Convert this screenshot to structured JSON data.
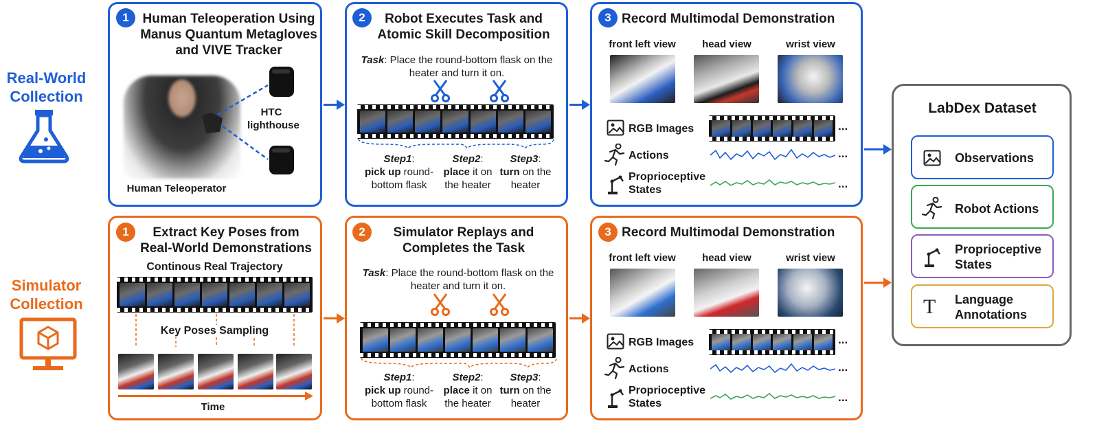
{
  "left": {
    "real_title": "Real-World Collection",
    "sim_title": "Simulator Collection"
  },
  "real": {
    "p1": {
      "num": "1",
      "title": "Human Teleoperation Using Manus Quantum Metagloves and VIVE Tracker",
      "htc": "HTC lighthouse",
      "operator": "Human Teleoperator"
    },
    "p2": {
      "num": "2",
      "title": "Robot Executes Task and Atomic Skill Decomposition",
      "task_label": "Task",
      "task": ": Place the round-bottom flask on the heater and turn it on.",
      "steps": [
        {
          "name": "Step1",
          "bold": "pick up",
          "rest": " round-bottom flask"
        },
        {
          "name": "Step2",
          "bold": "place",
          "rest": " it on the heater"
        },
        {
          "name": "Step3",
          "bold": "turn",
          "rest": " on the heater"
        }
      ]
    },
    "p3": {
      "num": "3",
      "title": "Record Multimodal Demonstration",
      "views": [
        "front left view",
        "head view",
        "wrist view"
      ],
      "rows": [
        "RGB Images",
        "Actions",
        "Proprioceptive States"
      ]
    }
  },
  "sim": {
    "p1": {
      "num": "1",
      "title": "Extract Key Poses from Real-World Demonstrations",
      "traj": "Continous Real Trajectory",
      "sampling": "Key Poses Sampling",
      "time": "Time"
    },
    "p2": {
      "num": "2",
      "title": "Simulator Replays and Completes the Task",
      "task_label": "Task",
      "task": ": Place the round-bottom flask on the heater and turn it on.",
      "steps": [
        {
          "name": "Step1",
          "bold": "pick up",
          "rest": " round-bottom flask"
        },
        {
          "name": "Step2",
          "bold": "place",
          "rest": " it on the heater"
        },
        {
          "name": "Step3",
          "bold": "turn",
          "rest": " on the heater"
        }
      ]
    },
    "p3": {
      "num": "3",
      "title": "Record Multimodal Demonstration",
      "views": [
        "front left view",
        "head view",
        "wrist view"
      ],
      "rows": [
        "RGB Images",
        "Actions",
        "Proprioceptive States"
      ]
    }
  },
  "dataset": {
    "title": "LabDex Dataset",
    "items": [
      "Observations",
      "Robot Actions",
      "Proprioceptive States",
      "Language Annotations"
    ]
  },
  "ellipsis": "...",
  "colors": {
    "blue": "#1f5fd6",
    "orange": "#e96a1b",
    "green": "#3aa655",
    "purple": "#8a5cc2",
    "amber": "#e0a83a",
    "gray": "#666666"
  }
}
